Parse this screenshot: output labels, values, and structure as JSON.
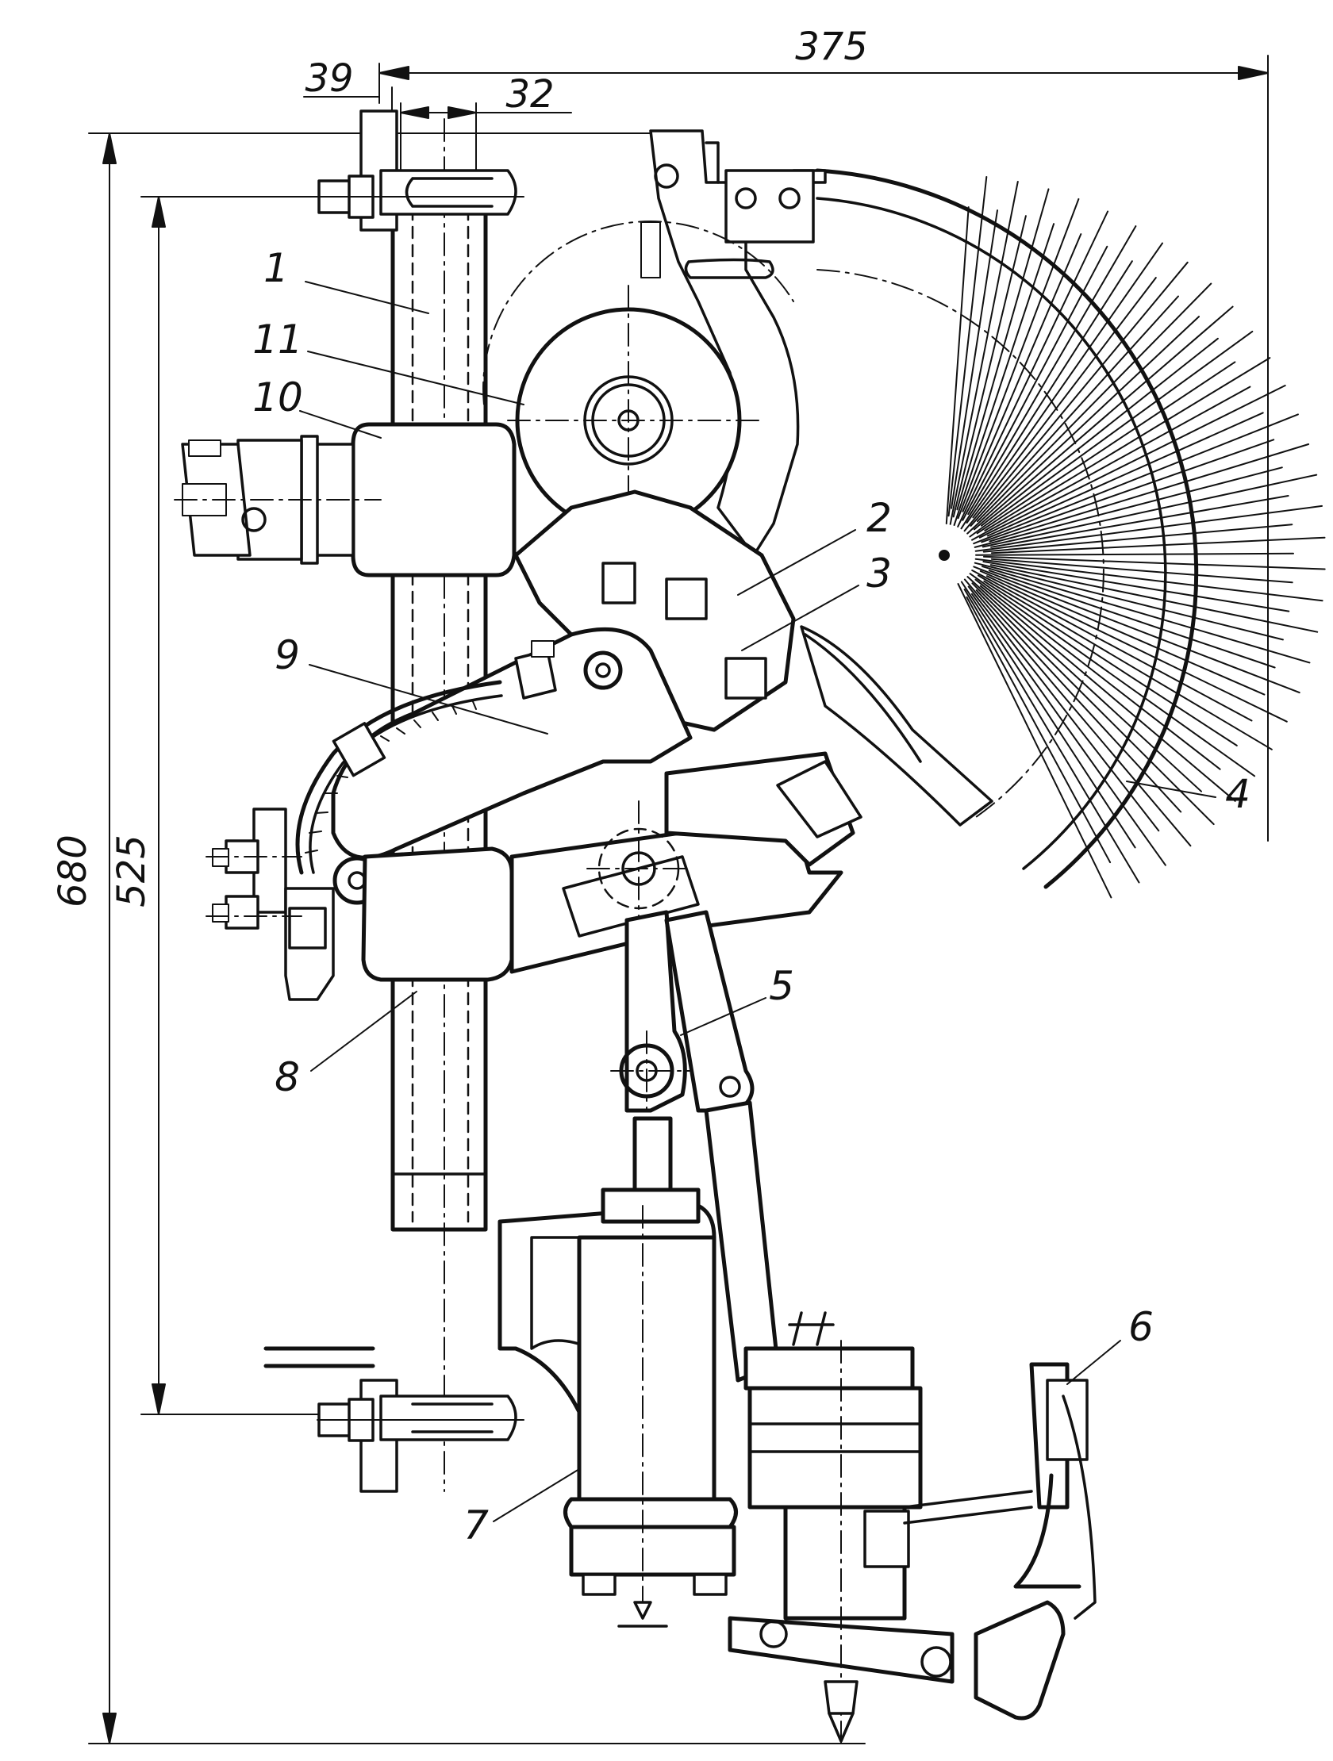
{
  "dimensions": {
    "width_total": "375",
    "offset_left": "39",
    "tube_width": "32",
    "height_total": "680",
    "height_mount": "525"
  },
  "parts": [
    {
      "key": "p1",
      "label": "1",
      "part": "tube"
    },
    {
      "key": "p2",
      "label": "2",
      "part": "lever"
    },
    {
      "key": "p3",
      "label": "3",
      "part": "clamp"
    },
    {
      "key": "p4",
      "label": "4",
      "part": "brush"
    },
    {
      "key": "p5",
      "label": "5",
      "part": "link-arm"
    },
    {
      "key": "p6",
      "label": "6",
      "part": "bracket"
    },
    {
      "key": "p7",
      "label": "7",
      "part": "lower-housing"
    },
    {
      "key": "p8",
      "label": "8",
      "part": "collar"
    },
    {
      "key": "p9",
      "label": "9",
      "part": "swing-arm"
    },
    {
      "key": "p10",
      "label": "10",
      "part": "clamp-block"
    },
    {
      "key": "p11",
      "label": "11",
      "part": "drive-wheel"
    }
  ]
}
